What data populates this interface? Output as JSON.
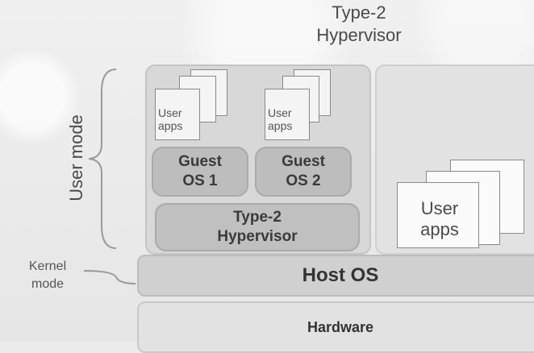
{
  "title": {
    "line1": "Type-2",
    "line2": "Hypervisor"
  },
  "side": {
    "user_mode": "User mode",
    "kernel_line1": "Kernel",
    "kernel_line2": "mode"
  },
  "vm_panel": {
    "user_apps_1": {
      "line1": "User",
      "line2": "apps"
    },
    "user_apps_2": {
      "line1": "User",
      "line2": "apps"
    },
    "guest_1": {
      "line1": "Guest",
      "line2": "OS 1"
    },
    "guest_2": {
      "line1": "Guest",
      "line2": "OS 2"
    },
    "hypervisor": {
      "line1": "Type-2",
      "line2": "Hypervisor"
    }
  },
  "host_panel": {
    "user_apps": {
      "line1": "User",
      "line2": "apps"
    }
  },
  "layers": {
    "host_os": "Host OS",
    "hardware": "Hardware"
  },
  "colors": {
    "background": "#ececec",
    "guest_box": "#bdbdbd",
    "host_os": "#d0d0d0",
    "hardware": "#e2e2e2"
  }
}
